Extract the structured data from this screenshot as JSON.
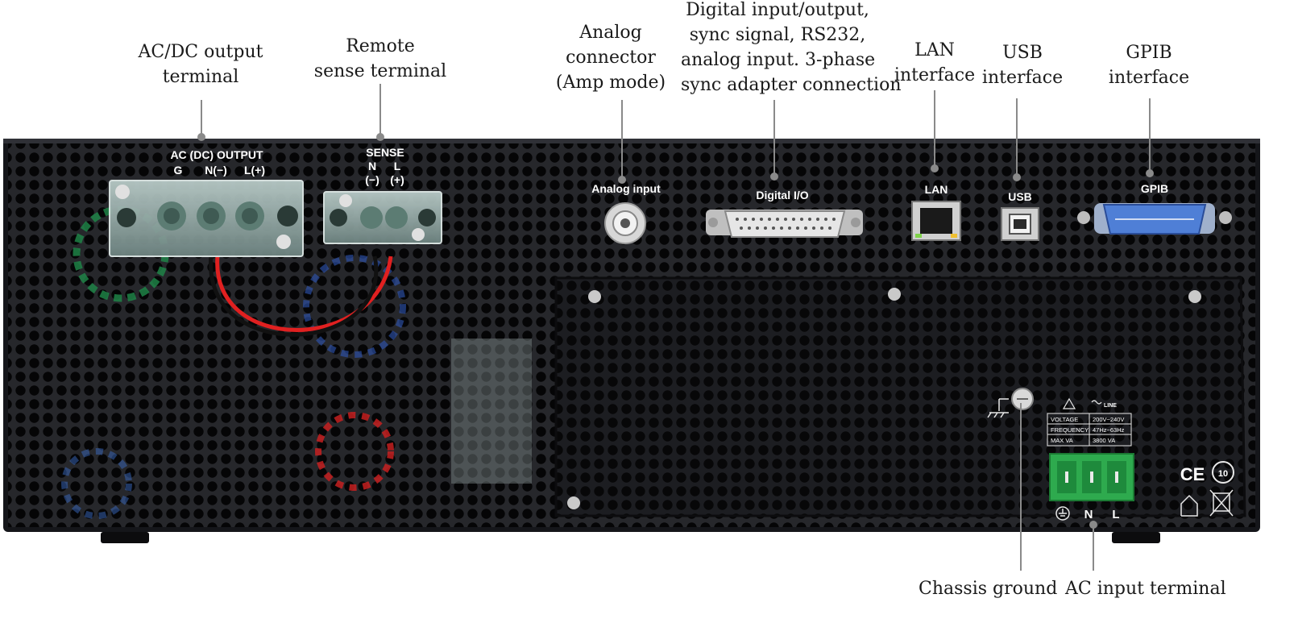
{
  "callouts": {
    "acdc_output": [
      "AC/DC output",
      "terminal"
    ],
    "remote_sense": [
      "Remote",
      "sense terminal"
    ],
    "analog_connector": [
      "Analog",
      "connector",
      "(Amp mode)"
    ],
    "digital_io": [
      "Digital input/output,",
      "sync signal, RS232,",
      "analog input. 3-phase",
      "sync adapter connection"
    ],
    "lan": [
      "LAN",
      "interface"
    ],
    "usb": [
      "USB",
      "interface"
    ],
    "gpib": [
      "GPIB",
      "interface"
    ],
    "chassis_ground": "Chassis ground",
    "ac_input": "AC input terminal"
  },
  "panel": {
    "output_block": {
      "title": "AC (DC) OUTPUT",
      "g": "G",
      "n": "N(−)",
      "l": "L(+)"
    },
    "sense_block": {
      "title": "SENSE",
      "n": "N",
      "l": "L",
      "n_sign": "(−)",
      "l_sign": "(+)"
    },
    "analog_input": "Analog input",
    "digital_io": "Digital  I/O",
    "lan": "LAN",
    "usb": "USB",
    "gpib": "GPIB",
    "ac_input_labels": {
      "n": "N",
      "l": "L"
    },
    "line_mark": "LINE",
    "rating_table": [
      [
        "VOLTAGE",
        "200V~240V"
      ],
      [
        "FREQUENCY",
        "47Hz~63Hz"
      ],
      [
        "MAX VA",
        "3800 VA"
      ]
    ],
    "cert_ce": "CE",
    "cert_10": "10"
  },
  "colors": {
    "chassis": "#1b1c20",
    "terminal_cover": "#9fb3b0",
    "terminal_green": "#2eaa4e",
    "gpib_blue": "#4f7fd6",
    "wire_red": "#e02020",
    "wire_black": "#111111"
  }
}
